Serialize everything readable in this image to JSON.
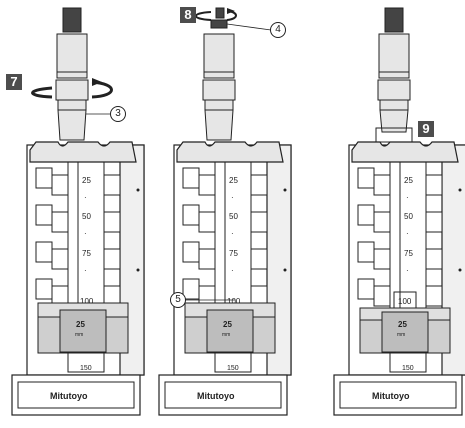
{
  "panels": [
    {
      "step": "7",
      "callout": "3",
      "scale_labels": [
        "25",
        "·",
        "50",
        "·",
        "75",
        "·",
        "100"
      ],
      "block_label": "25",
      "block_sub": "mm",
      "bottom_label": "150",
      "brand": "Mitutoyo"
    },
    {
      "step": "8",
      "callout": "4",
      "callout2": "5",
      "scale_labels": [
        "25",
        "·",
        "50",
        "·",
        "75",
        "·",
        "100"
      ],
      "block_label": "25",
      "block_sub": "mm",
      "bottom_label": "150",
      "brand": "Mitutoyo"
    },
    {
      "step": "9",
      "scale_labels": [
        "25",
        "·",
        "50",
        "·",
        "75",
        "·",
        "100"
      ],
      "block_label": "25",
      "block_sub": "mm",
      "bottom_label": "150",
      "brand": "Mitutoyo"
    }
  ],
  "colors": {
    "outline": "#222222",
    "body_fill": "#e6e6e6",
    "block_fill": "#d0d0d0",
    "badge_fill": "#4d4d4d"
  }
}
